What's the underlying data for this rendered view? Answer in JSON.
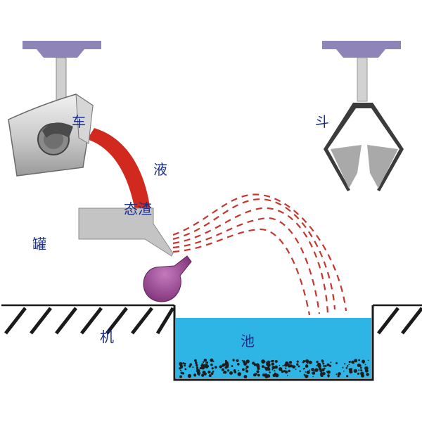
{
  "labels": {
    "che": "车",
    "ye": "液",
    "taizha": "态渣",
    "guan": "罐",
    "ji": "机",
    "chi": "池",
    "dou": "斗"
  },
  "colors": {
    "mount": "#8f84b8",
    "metal_light": "#e2e2e2",
    "metal_mid": "#bdbdbd",
    "metal_dark": "#555555",
    "slag_red": "#d2291f",
    "spray_red": "#c6362f",
    "fan_purple": "#8e3c87",
    "water": "#2fb5e5",
    "outline": "#1a1a1a",
    "label": "#1b2f86"
  }
}
